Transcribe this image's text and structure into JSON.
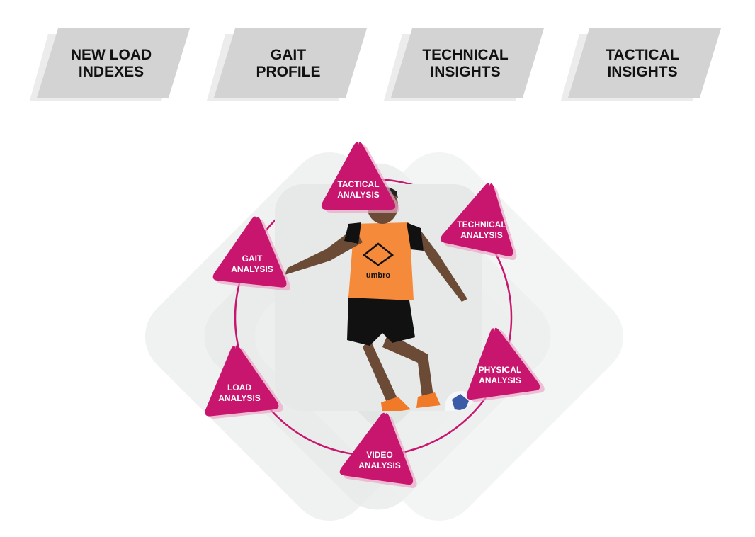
{
  "tabs": [
    {
      "label": "NEW LOAD\nINDEXES"
    },
    {
      "label": "GAIT\nPROFILE"
    },
    {
      "label": "TECHNICAL\nINSIGHTS"
    },
    {
      "label": "TACTICAL\nINSIGHTS"
    }
  ],
  "nodes": [
    {
      "key": "tactical",
      "label_line1": "TACTICAL",
      "label_line2": "ANALYSIS"
    },
    {
      "key": "technical",
      "label_line1": "TECHNICAL",
      "label_line2": "ANALYSIS"
    },
    {
      "key": "physical",
      "label_line1": "PHYSICAL",
      "label_line2": "ANALYSIS"
    },
    {
      "key": "video",
      "label_line1": "VIDEO",
      "label_line2": "ANALYSIS"
    },
    {
      "key": "load",
      "label_line1": "LOAD",
      "label_line2": "ANALYSIS"
    },
    {
      "key": "gait",
      "label_line1": "GAIT",
      "label_line2": "ANALYSIS"
    }
  ],
  "photo": {
    "bib_text": "umbro"
  },
  "colors": {
    "node": "#c8156e",
    "node_shadow": "#e9a6c6",
    "ring": "#c8156e",
    "tab_fill": "#d3d3d3",
    "tab_shadow": "#ececec",
    "backdrop": "#eef0ef"
  }
}
